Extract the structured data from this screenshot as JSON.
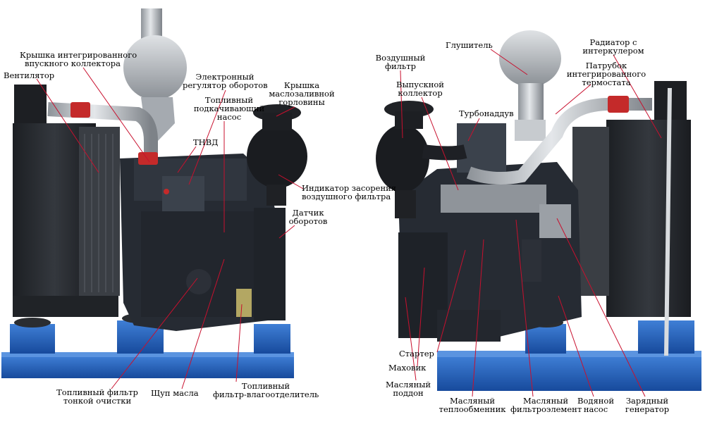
{
  "colors": {
    "leader": "#c8102e",
    "frame_blue": "#1e5cb8",
    "engine_dark": "#2b3038",
    "engine_shadow": "#171a1f",
    "radiator": "#23262b",
    "steel": "#b8bcc2",
    "hose_red": "#c42a2a"
  },
  "left_labels": {
    "intake_cover": [
      "Крышка интегрированного",
      "впускного коллектора"
    ],
    "fan": "Вентилятор",
    "electronic_regulator": [
      "Электронный",
      "регулятор оборотов"
    ],
    "oil_filler_cap": [
      "Крышка",
      "маслозаливной",
      "горловины"
    ],
    "fuel_pump": [
      "Топливный",
      "подкачивающий",
      "насос"
    ],
    "injection_pump": "ТНВД",
    "air_filter_indicator": [
      "Индикатор засорения",
      "воздушного фильтра"
    ],
    "speed_sensor": [
      "Датчик",
      "оборотов"
    ],
    "fine_fuel_filter": [
      "Топливный фильтр",
      "тонкой очистки"
    ],
    "dipstick": "Щуп масла",
    "fuel_water_separator": [
      "Топливный",
      "фильтр-влагоотделитель"
    ]
  },
  "right_labels": {
    "air_filter": [
      "Воздушный",
      "фильтр"
    ],
    "muffler": "Глушитель",
    "radiator_intercooler": [
      "Радиатор с",
      "интеркулером"
    ],
    "exhaust_manifold": [
      "Выпускной",
      "коллектор"
    ],
    "thermostat_pipe": [
      "Патрубок",
      "интегрированного",
      "термостата"
    ],
    "turbocharger": "Турбонаддув",
    "starter": "Стартер",
    "flywheel": "Маховик",
    "oil_pan": [
      "Масляный",
      "поддон"
    ],
    "oil_cooler": [
      "Масляный",
      "теплообменник"
    ],
    "oil_filter": [
      "Масляный",
      "фильтроэлемент"
    ],
    "water_pump": [
      "Водяной",
      "насос"
    ],
    "alternator": [
      "Зарядный",
      "генератор"
    ]
  }
}
